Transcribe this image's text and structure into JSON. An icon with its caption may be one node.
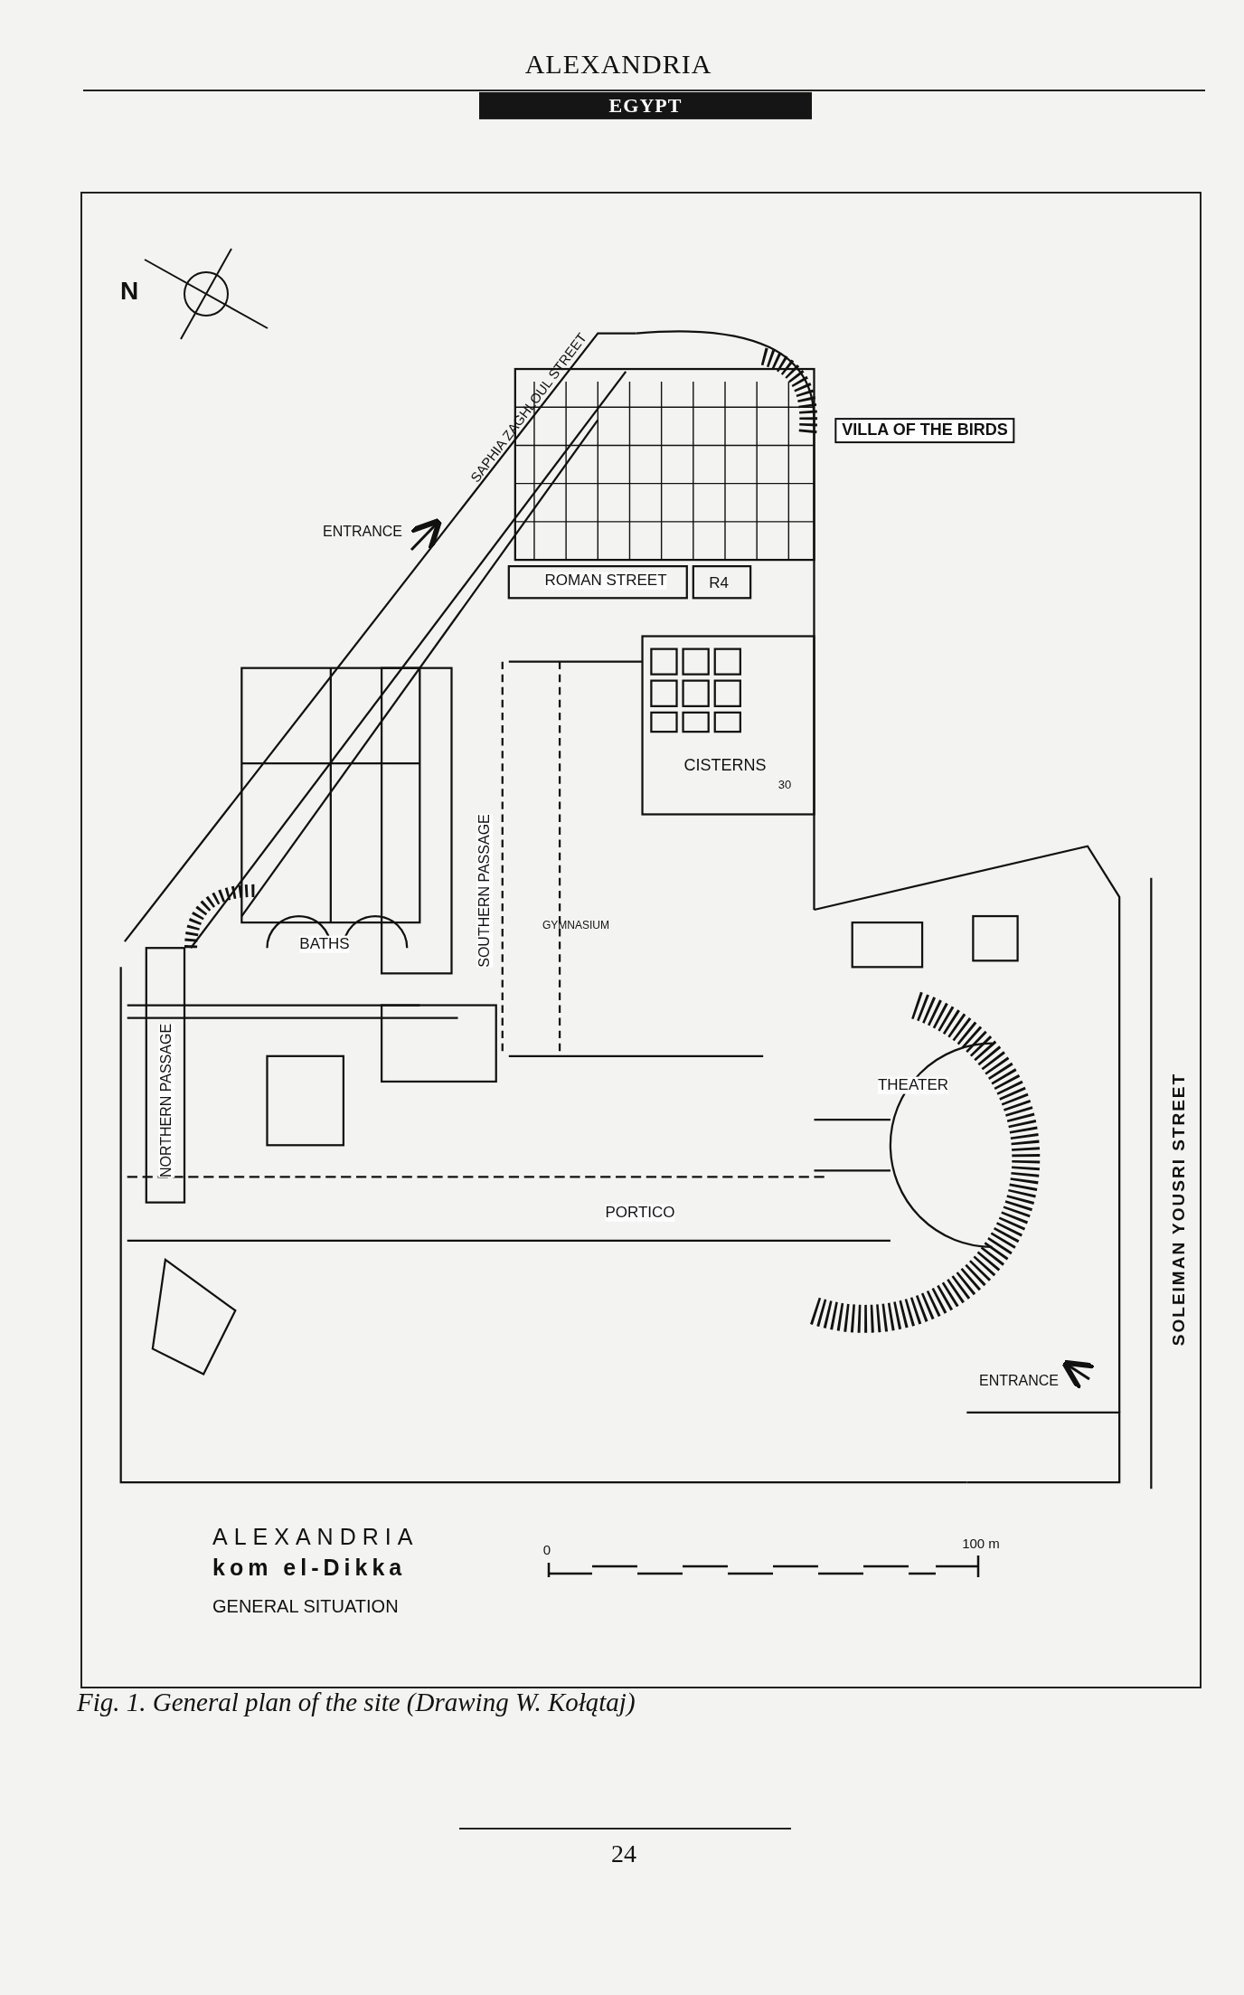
{
  "diagram": {
    "caption": "Fig. 1. General plan of the site (Drawing W. Kołątaj)",
    "labels": [
      "ALEXANDRIA",
      "EGYPT",
      "N",
      "SAPHIA ZAGHLOUL STREET",
      "ENTRANCE",
      "VILLA OF THE BIRDS",
      "ROMAN STREET",
      "R4",
      "CISTERNS",
      "30",
      "SOUTHERN PASSAGE",
      "GYMNASIUM",
      "BATHS",
      "NORTHERN PASSAGE",
      "THEATER",
      "SOLEIMAN YOUSRI STREET",
      "PORTICO",
      "ENTRANCE",
      "ALEXANDRIA",
      "kom el-Dikka",
      "GENERAL SITUATION",
      "0",
      "100 m",
      "24"
    ]
  }
}
